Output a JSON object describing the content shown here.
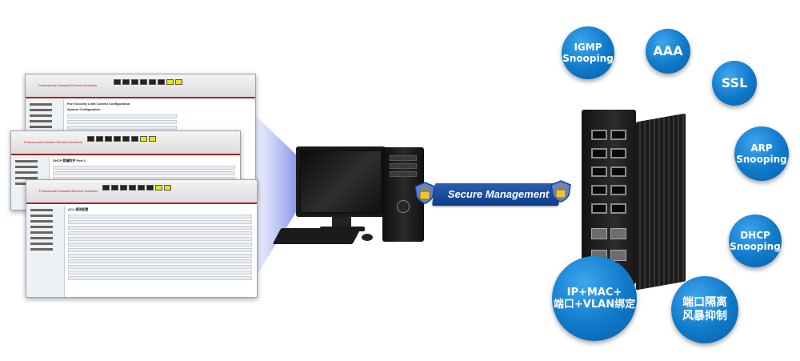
{
  "screenshots": [
    {
      "brand": "Professional Industrial Ethernet Solutions",
      "title": "Port Security Limit Control Configuration",
      "subtitle": "System Configuration"
    },
    {
      "brand": "Professional Industrial Ethernet Solutions",
      "title": "DHCP 欺骗防护 Port 1"
    },
    {
      "brand": "Professional Industrial Ethernet Solutions",
      "title": "ACL 规则配置"
    }
  ],
  "secure_management": "Secure Management",
  "features": [
    {
      "id": "igmp",
      "label": "IGMP\nSnooping"
    },
    {
      "id": "aaa",
      "label": "AAA"
    },
    {
      "id": "ssl",
      "label": "SSL"
    },
    {
      "id": "arp",
      "label": "ARP\nSnooping"
    },
    {
      "id": "dhcp",
      "label": "DHCP\nSnooping"
    },
    {
      "id": "ipmac",
      "label": "IP+MAC+\n端口+VLAN绑定"
    },
    {
      "id": "port-isolation",
      "label": "端口隔离\n风暴抑制"
    }
  ],
  "colors": {
    "bubble": "#0f79c9",
    "band": "#1c4ea0",
    "beam": "#8e9cf0"
  }
}
